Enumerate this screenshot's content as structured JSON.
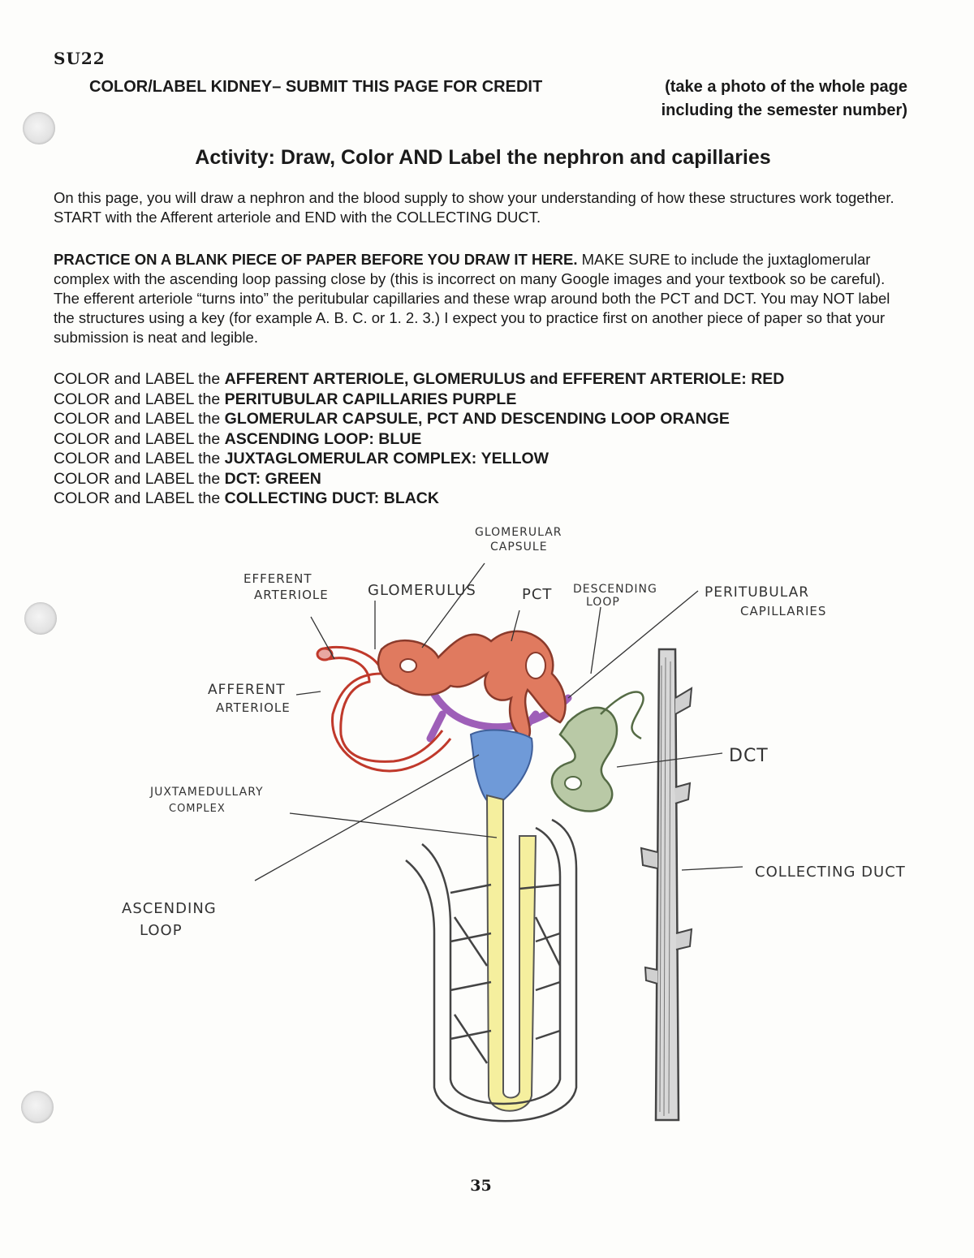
{
  "semester": "SU22",
  "header": {
    "line1_left": "COLOR/LABEL KIDNEY– SUBMIT THIS PAGE FOR CREDIT",
    "line1_right": "(take a photo of the whole page",
    "line2": "including the semester number)"
  },
  "activity_title": "Activity: Draw, Color AND Label the nephron and capillaries",
  "intro_paragraph": "On this page, you will draw a nephron and the blood supply to show your understanding of how these structures work together. START with the Afferent arteriole and END with the COLLECTING DUCT.",
  "practice_paragraph": {
    "lead": "PRACTICE ON A BLANK PIECE OF PAPER BEFORE YOU DRAW IT HERE.",
    "body": "MAKE SURE to include the juxtaglomerular complex with the ascending loop passing close by (this is incorrect on many Google images and your textbook so be careful). The efferent arteriole “turns into” the peritubular capillaries and these wrap around both the PCT and DCT. You may NOT label the structures using a key (for example A. B. C. or 1. 2. 3.) I expect you to practice first on another piece of paper so that your submission is neat and legible."
  },
  "color_instructions": [
    {
      "prefix": "COLOR and LABEL the",
      "structures": "AFFERENT ARTERIOLE, GLOMERULUS and EFFERENT ARTERIOLE:",
      "color": "RED"
    },
    {
      "prefix": "COLOR and LABEL the",
      "structures": "PERITUBULAR CAPILLARIES",
      "color": "PURPLE"
    },
    {
      "prefix": "COLOR and LABEL the",
      "structures": "GLOMERULAR CAPSULE, PCT AND DESCENDING LOOP",
      "color": "ORANGE"
    },
    {
      "prefix": "COLOR and LABEL the",
      "structures": "ASCENDING LOOP:",
      "color": "BLUE"
    },
    {
      "prefix": "COLOR and LABEL the",
      "structures": "JUXTAGLOMERULAR COMPLEX:",
      "color": "YELLOW"
    },
    {
      "prefix": "COLOR and LABEL the",
      "structures": "DCT:",
      "color": "GREEN"
    },
    {
      "prefix": "COLOR and LABEL the",
      "structures": "COLLECTING DUCT:",
      "color": "BLACK"
    }
  ],
  "diagram_labels": {
    "efferent_arteriole": [
      "EFFERENT",
      "ARTERIOLE"
    ],
    "glomerulus": "GLOMERULUS",
    "glomerular_capsule": [
      "GLOMERULAR",
      "CAPSULE"
    ],
    "pct": "PCT",
    "descending_loop": [
      "DESCENDING",
      "LOOP"
    ],
    "peritubular_capillaries": [
      "PERITUBULAR",
      "CAPILLARIES"
    ],
    "afferent_arteriole": [
      "AFFERENT",
      "ARTERIOLE"
    ],
    "dct": "DCT",
    "juxtamedullary_complex": [
      "JUXTAMEDULLARY",
      "COMPLEX"
    ],
    "collecting_duct": "COLLECTING DUCT",
    "ascending_loop": [
      "ASCENDING",
      "LOOP"
    ]
  },
  "drawing_colors": {
    "red": "#d9534f",
    "orange": "#e0694a",
    "purple": "#8e44ad",
    "blue": "#5b8ed6",
    "yellow": "#f3ea8a",
    "green": "#9fb58a",
    "black": "#444444"
  },
  "page_number": "35"
}
